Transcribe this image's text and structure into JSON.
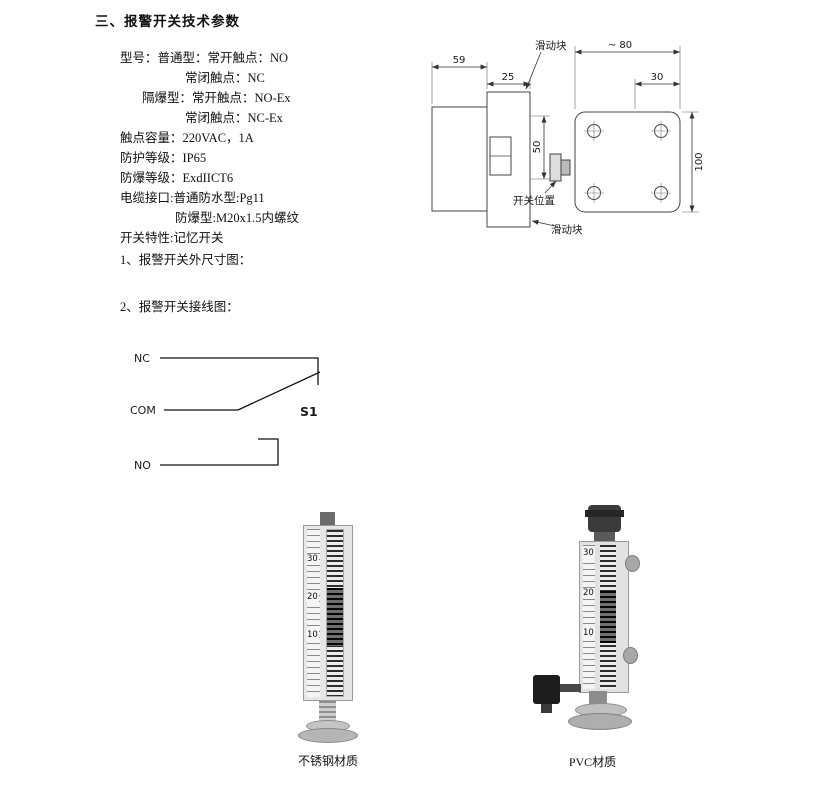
{
  "title": "三、报警开关技术参数",
  "specs": [
    "型号：普通型：常开触点：NO",
    "常闭触点：NC",
    "隔爆型：常开触点：NO-Ex",
    "常闭触点：NC-Ex",
    "触点容量：220VAC，1A",
    "防护等级：IP65",
    "防爆等级：ExdIICT6",
    "电缆接口:普通防水型:Pg11",
    "防爆型:M20x1.5内螺纹",
    "开关特性:记忆开关"
  ],
  "sections": {
    "outline_fig": "1、报警开关外尺寸图：",
    "wiring_fig": "2、报警开关接线图："
  },
  "drawing": {
    "slider_top": "滑动块",
    "slider_bottom": "滑动块",
    "switch_position": "开关位置",
    "dim_59": "59",
    "dim_25": "25",
    "dim_80": "~ 80",
    "dim_30": "30",
    "dim_50": "50",
    "dim_100": "100"
  },
  "wiring": {
    "nc": "NC",
    "com": "COM",
    "no": "NO",
    "switch_id": "S1"
  },
  "gauges": {
    "left": {
      "caption": "不锈钢材质",
      "scale": [
        "30",
        "20",
        "10"
      ]
    },
    "right": {
      "caption": "PVC材质",
      "scale": [
        "30",
        "20",
        "10"
      ]
    }
  }
}
